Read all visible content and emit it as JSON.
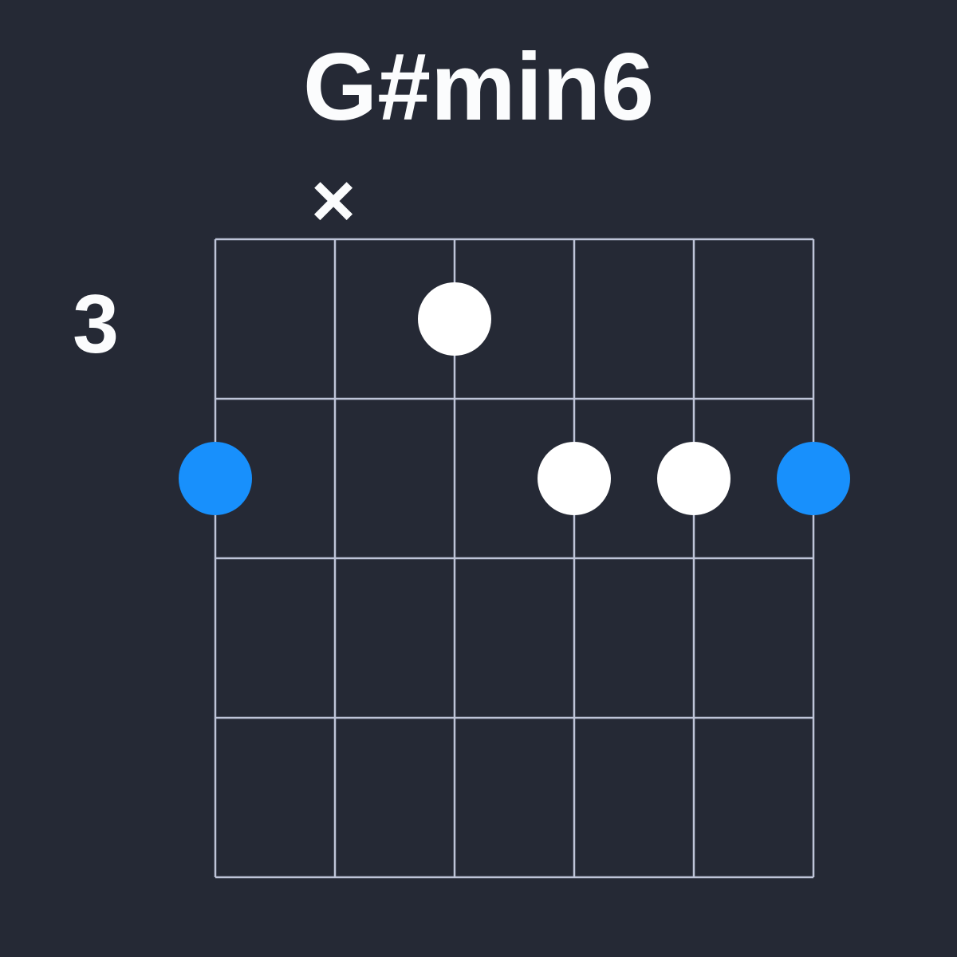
{
  "chord": {
    "title": "G#min6",
    "starting_fret_label": "3",
    "muted_marker": "×",
    "string_count": 6,
    "fret_rows": 4,
    "muted_strings": [
      2
    ],
    "dots": [
      {
        "string": 1,
        "fret_row": 2,
        "role": "root"
      },
      {
        "string": 3,
        "fret_row": 1,
        "role": "note"
      },
      {
        "string": 4,
        "fret_row": 2,
        "role": "note"
      },
      {
        "string": 5,
        "fret_row": 2,
        "role": "note"
      },
      {
        "string": 6,
        "fret_row": 2,
        "role": "root"
      }
    ]
  },
  "colors": {
    "background": "#252935",
    "grid_line": "#BEC4D8",
    "root_dot": "#1890FC",
    "note_dot": "#FFFFFF",
    "text": "#FBFCFD"
  }
}
